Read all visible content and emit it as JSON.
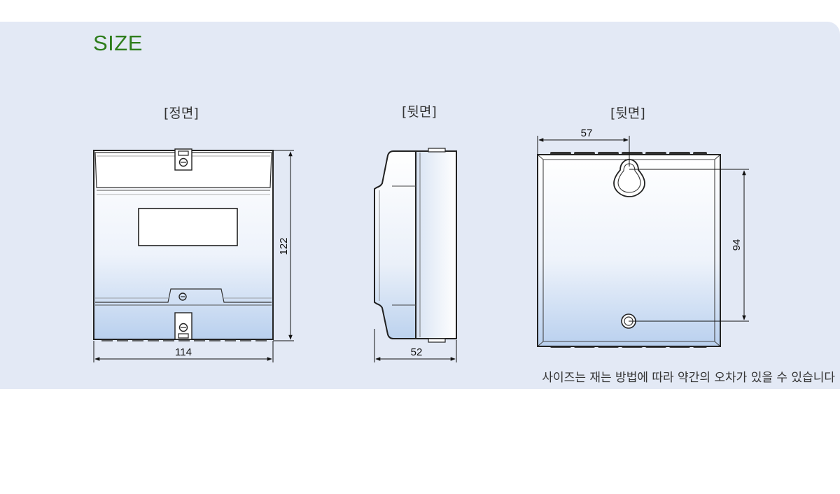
{
  "header": {
    "title": "SIZE"
  },
  "views": [
    {
      "label": "[정면]",
      "width_dim": "114",
      "height_dim": "122"
    },
    {
      "label": "[뒷면]",
      "depth_dim": "52"
    },
    {
      "label": "[뒷면]",
      "hole_offset_dim": "57",
      "hole_spacing_dim": "94"
    }
  ],
  "note": "사이즈는 재는 방법에 따라 약간의 오차가 있을 수 있습니다",
  "colors": {
    "title": "#2e7d1c",
    "panel_bg": "#e3e9f5",
    "line": "#222222",
    "body_top": "#ffffff",
    "body_bottom": "#b9d0ee"
  }
}
